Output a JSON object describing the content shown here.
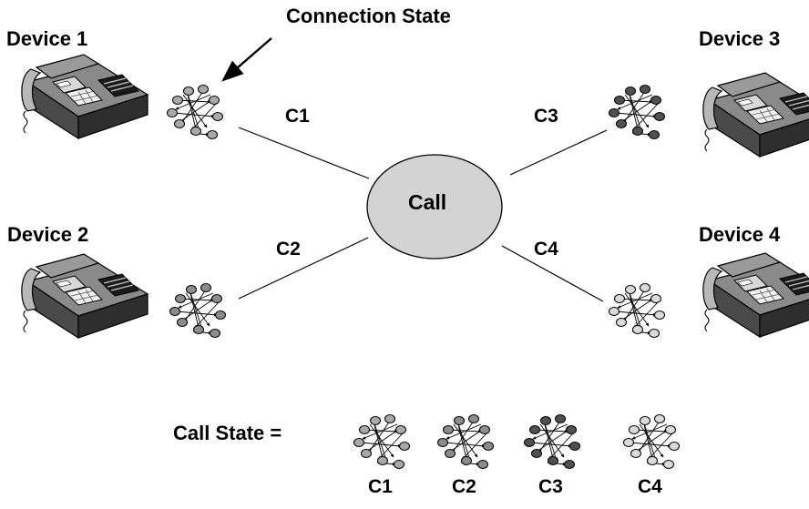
{
  "devices": [
    {
      "label": "Device 1"
    },
    {
      "label": "Device 2"
    },
    {
      "label": "Device 3"
    },
    {
      "label": "Device 4"
    }
  ],
  "connection_state_label": "Connection State",
  "call_label": "Call",
  "connections": [
    {
      "label": "C1",
      "shade": "#a9a9a9"
    },
    {
      "label": "C2",
      "shade": "#8c8c8c"
    },
    {
      "label": "C3",
      "shade": "#505050"
    },
    {
      "label": "C4",
      "shade": "#dadada"
    }
  ],
  "call_state": {
    "label": "Call State =",
    "items": [
      {
        "label": "C1"
      },
      {
        "label": "C2"
      },
      {
        "label": "C3"
      },
      {
        "label": "C4"
      }
    ]
  },
  "colors": {
    "call_fill": "#d3d3d3",
    "phone_body": "#6e6e6e",
    "phone_dark": "#3c3c3c",
    "phone_light": "#b4b4b4"
  }
}
